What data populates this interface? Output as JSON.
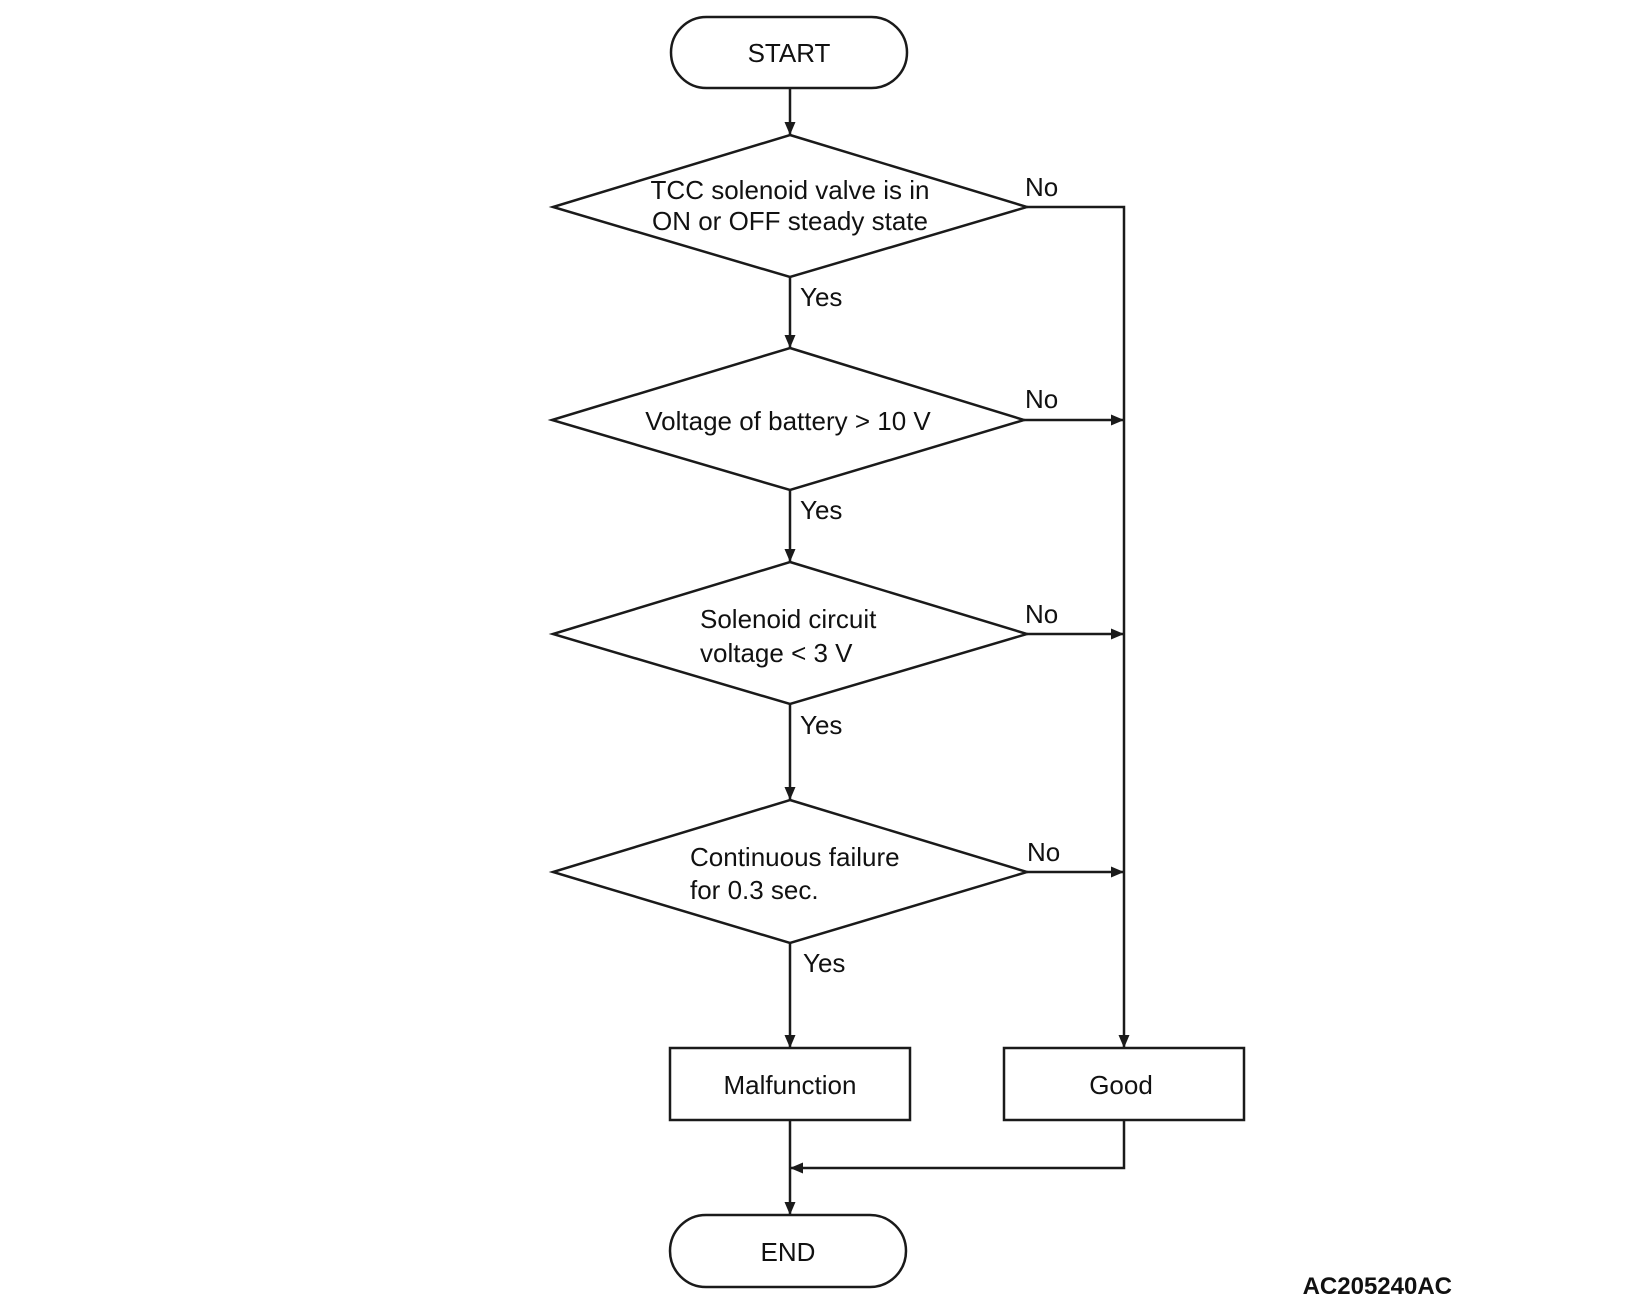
{
  "flowchart": {
    "start": "START",
    "decision_1": {
      "line_1": "TCC solenoid valve is in",
      "line_2": "ON or OFF steady state",
      "yes": "Yes",
      "no": "No"
    },
    "decision_2": {
      "line_1": "Voltage of battery > 10 V",
      "yes": "Yes",
      "no": "No"
    },
    "decision_3": {
      "line_1": "Solenoid circuit",
      "line_2": "voltage < 3 V",
      "yes": "Yes",
      "no": "No"
    },
    "decision_4": {
      "line_1": "Continuous failure",
      "line_2": "for 0.3 sec.",
      "yes": "Yes",
      "no": "No"
    },
    "malfunction": "Malfunction",
    "good": "Good",
    "end": "END"
  },
  "reference_code": "AC205240AC"
}
